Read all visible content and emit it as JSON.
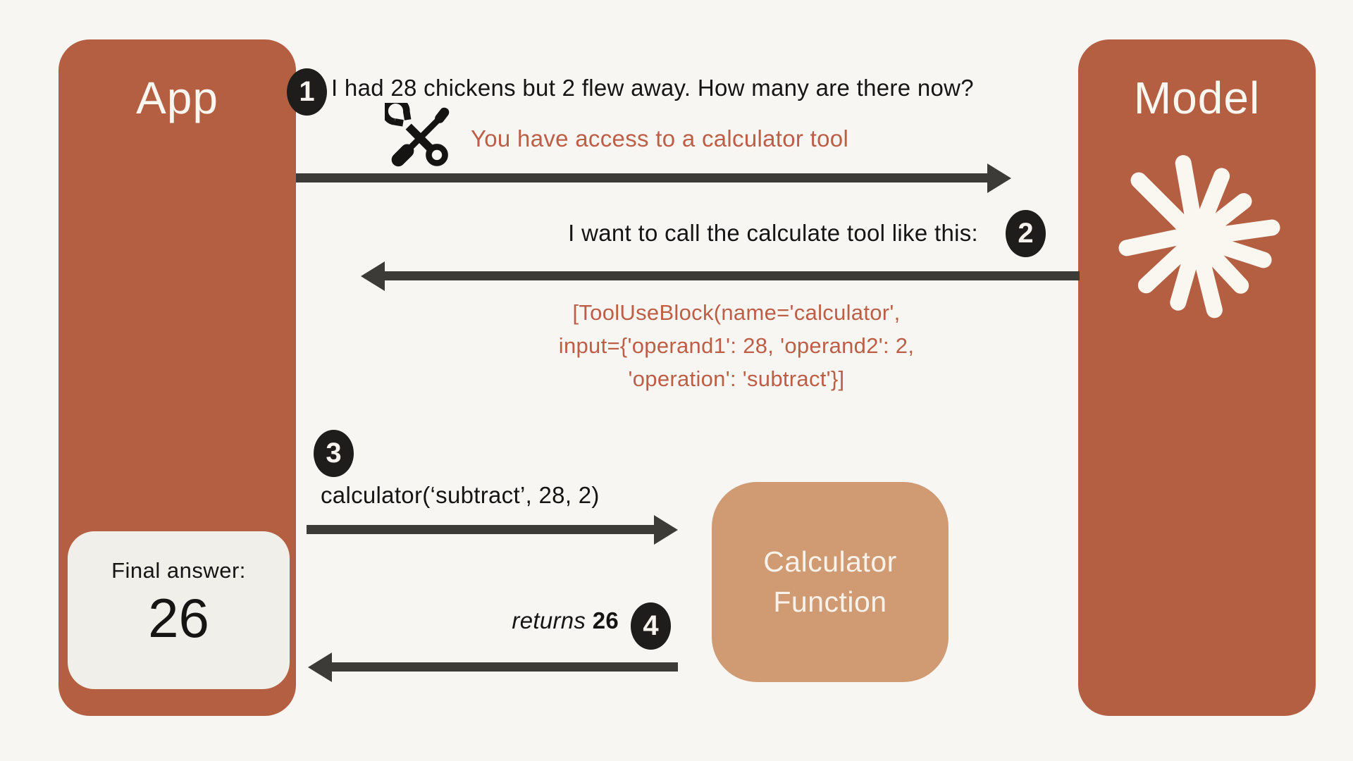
{
  "colors": {
    "background": "#f8f6f2",
    "actor_box": "#b45e42",
    "calculator_box": "#d09b72",
    "final_answer_panel": "#f0efe9",
    "arrow": "#3d3b38",
    "badge": "#1e1d1b",
    "accent_text": "#bd5e46",
    "dark_text": "#161514",
    "light_text": "#faf6f0"
  },
  "actors": {
    "app": {
      "label": "App"
    },
    "model": {
      "label": "Model"
    },
    "calculator": {
      "label_line1": "Calculator",
      "label_line2": "Function"
    }
  },
  "final_answer": {
    "label": "Final answer:",
    "value": "26"
  },
  "steps": [
    {
      "number": "1",
      "message": "I had 28 chickens but 2 flew away. How many are there now?",
      "note": "You have access to a calculator tool"
    },
    {
      "number": "2",
      "message": "I want to call the calculate tool like this:",
      "code_lines": [
        "[ToolUseBlock(name='calculator',",
        "input={'operand1': 28, 'operand2': 2,",
        "'operation': 'subtract'}]"
      ]
    },
    {
      "number": "3",
      "message": "calculator(‘subtract’, 28, 2)"
    },
    {
      "number": "4",
      "message_italic": "returns",
      "message_bold": "26"
    }
  ],
  "icons": {
    "tools": "wrench-and-screwdriver",
    "starburst": "model-spark"
  }
}
